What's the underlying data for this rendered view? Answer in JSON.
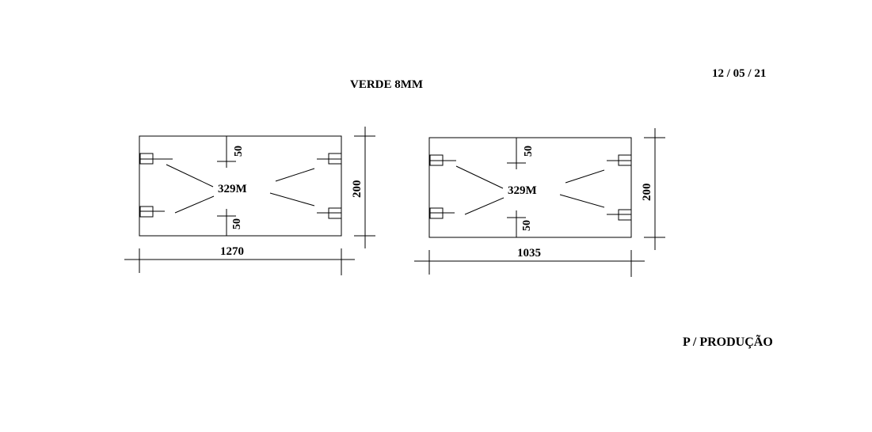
{
  "header": {
    "title": "VERDE 8MM",
    "date": "12 / 05 / 21"
  },
  "footer": {
    "note": "P / PRODUÇÃO"
  },
  "panels": [
    {
      "width_label": "1270",
      "height_label": "200",
      "top_offset_label": "50",
      "bottom_offset_label": "50",
      "center_label": "329M"
    },
    {
      "width_label": "1035",
      "height_label": "200",
      "top_offset_label": "50",
      "bottom_offset_label": "50",
      "center_label": "329M"
    }
  ]
}
